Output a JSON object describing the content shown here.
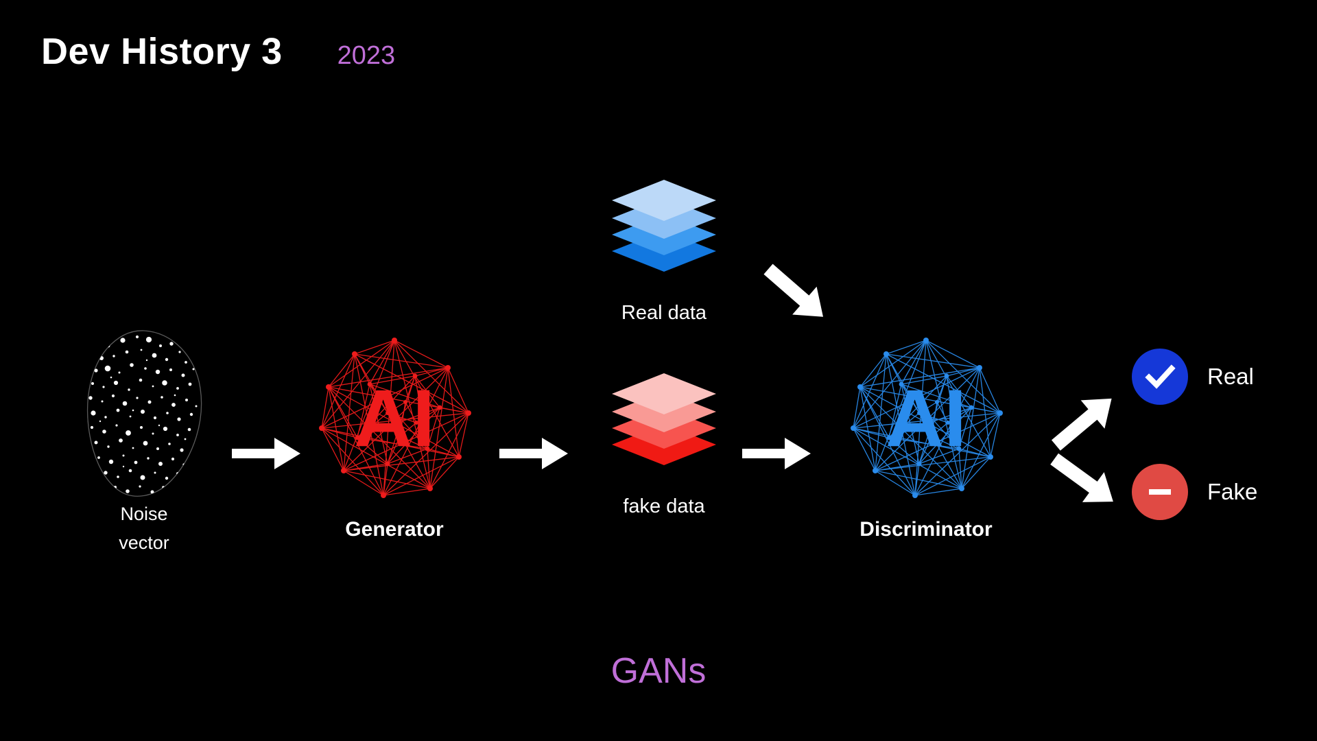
{
  "header": {
    "title": "Dev History 3",
    "year": "2023",
    "year_color": "#c06fd8"
  },
  "footer": {
    "caption": "GANs",
    "color": "#c06fd8"
  },
  "diagram": {
    "background_color": "#000000",
    "noise": {
      "label": "Noise\nvector",
      "icon": "noise-blob-icon",
      "dot_color": "#ffffff",
      "outline_color": "#5a5a5a"
    },
    "generator": {
      "label": "Generator",
      "icon": "ai-network-sphere-icon",
      "badge_text": "AI",
      "color": "#ef1c1c"
    },
    "discriminator": {
      "label": "Discriminator",
      "icon": "ai-network-sphere-icon",
      "badge_text": "AI",
      "color": "#2a8ced"
    },
    "real_data": {
      "label": "Real data",
      "icon": "layer-stack-icon",
      "colors": [
        "#bcd9f8",
        "#8cc0f5",
        "#3d9bf0",
        "#1278e0"
      ]
    },
    "fake_data": {
      "label": "fake data",
      "icon": "layer-stack-icon",
      "colors": [
        "#fbc2bf",
        "#f99a95",
        "#f7544f",
        "#f01a14"
      ]
    },
    "verdicts": [
      {
        "label": "Real",
        "icon": "check-circle-icon",
        "circle_color": "#1538d8",
        "mark_color": "#ffffff"
      },
      {
        "label": "Fake",
        "icon": "minus-circle-icon",
        "circle_color": "#e04a44",
        "mark_color": "#ffffff"
      }
    ],
    "arrows": [
      {
        "name": "noise-to-generator",
        "direction": "right"
      },
      {
        "name": "generator-to-fake-data",
        "direction": "right"
      },
      {
        "name": "fake-data-to-discriminator",
        "direction": "right"
      },
      {
        "name": "real-data-to-discriminator",
        "direction": "down-right"
      },
      {
        "name": "discriminator-to-real",
        "direction": "up-right"
      },
      {
        "name": "discriminator-to-fake",
        "direction": "down-right"
      }
    ]
  }
}
